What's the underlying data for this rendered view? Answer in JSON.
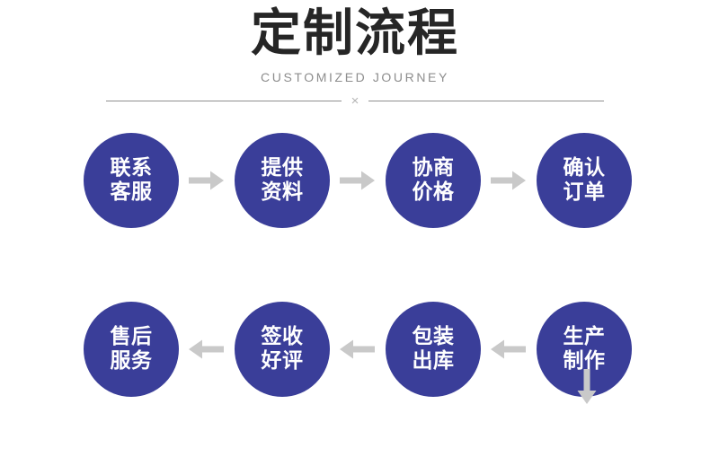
{
  "header": {
    "title": "定制流程",
    "subtitle": "CUSTOMIZED JOURNEY",
    "divider_mark": "×"
  },
  "colors": {
    "node_fill": "#3a3e99",
    "node_text": "#ffffff",
    "arrow": "#c9c9c9",
    "title_text": "#262626",
    "subtitle_text": "#8d8d8d",
    "divider_rule": "#8f8f8f",
    "background": "#ffffff"
  },
  "flow": {
    "row1_direction": "left-to-right",
    "row2_direction": "right-to-left",
    "connector_between_rows": "arrow-down",
    "row1": [
      {
        "step": 1,
        "line1": "联系",
        "line2": "客服",
        "label": "联系客服"
      },
      {
        "step": 2,
        "line1": "提供",
        "line2": "资料",
        "label": "提供资料"
      },
      {
        "step": 3,
        "line1": "协商",
        "line2": "价格",
        "label": "协商价格"
      },
      {
        "step": 4,
        "line1": "确认",
        "line2": "订单",
        "label": "确认订单"
      }
    ],
    "row2": [
      {
        "step": 8,
        "line1": "售后",
        "line2": "服务",
        "label": "售后服务"
      },
      {
        "step": 7,
        "line1": "签收",
        "line2": "好评",
        "label": "签收好评"
      },
      {
        "step": 6,
        "line1": "包装",
        "line2": "出库",
        "label": "包装出库"
      },
      {
        "step": 5,
        "line1": "生产",
        "line2": "制作",
        "label": "生产制作"
      }
    ]
  },
  "icons": {
    "arrow_right": "arrow-right-icon",
    "arrow_left": "arrow-left-icon",
    "arrow_down": "arrow-down-icon",
    "cross": "cross-icon"
  }
}
